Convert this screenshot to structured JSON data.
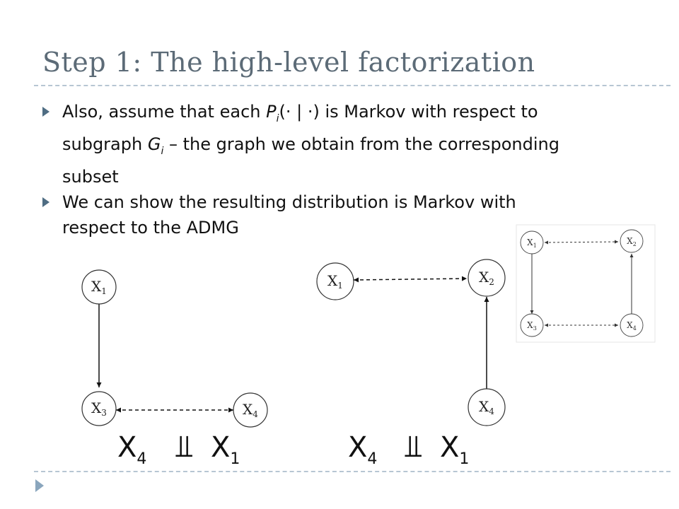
{
  "slide": {
    "title": "Step 1: The high-level factorization",
    "bullet1": {
      "t1": "Also, assume that each ",
      "p": "P",
      "p_sub": "i",
      "t2": "(· | ·) is Markov with respect to subgraph ",
      "g": "G",
      "g_sub": "i",
      "t3": " – the graph we obtain from the corresponding subset"
    },
    "bullet2": {
      "text": "We can show the resulting distribution is Markov with respect to the ADMG"
    }
  },
  "graphs": {
    "left": {
      "x1": "X",
      "x1_sub": "1",
      "x3": "X",
      "x3_sub": "3",
      "x4": "X",
      "x4_sub": "4"
    },
    "middle": {
      "x1": "X",
      "x1_sub": "1",
      "x2": "X",
      "x2_sub": "2",
      "x4": "X",
      "x4_sub": "4"
    },
    "admg": {
      "x1": "X",
      "x1_sub": "1",
      "x2": "X",
      "x2_sub": "2",
      "x3": "X",
      "x3_sub": "3",
      "x4": "X",
      "x4_sub": "4"
    }
  },
  "independence": {
    "left": {
      "lhs": "X",
      "lhs_sub": "4",
      "symbol": "⫫",
      "rhs": "X",
      "rhs_sub": "1"
    },
    "right": {
      "lhs": "X",
      "lhs_sub": "4",
      "symbol": "⫫",
      "rhs": "X",
      "rhs_sub": "1"
    }
  },
  "colors": {
    "title": "#5c6b77",
    "bullet": "#4f6d83",
    "rule": "#b7c6d3"
  }
}
